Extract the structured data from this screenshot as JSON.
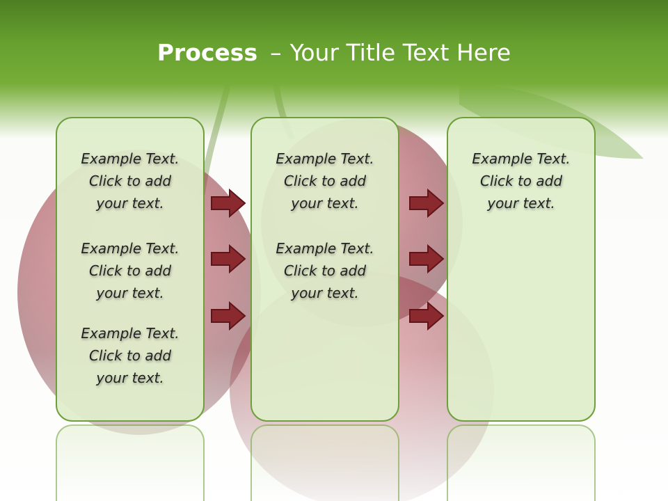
{
  "title": {
    "bold": "Process",
    "separator": "–",
    "rest": "Your Title Text Here"
  },
  "columns": [
    {
      "items": [
        {
          "line1": "Example Text.",
          "line2": "Click  to add",
          "line3": "your text."
        },
        {
          "line1": "Example Text.",
          "line2": "Click  to add",
          "line3": "your text."
        },
        {
          "line1": "Example Text.",
          "line2": "Click  to add",
          "line3": "your text."
        }
      ]
    },
    {
      "items": [
        {
          "line1": "Example Text.",
          "line2": "Click  to add",
          "line3": "your text."
        },
        {
          "line1": "Example Text.",
          "line2": "Click  to add",
          "line3": "your text."
        }
      ]
    },
    {
      "items": [
        {
          "line1": "Example Text.",
          "line2": "Click  to add",
          "line3": "your text."
        }
      ]
    }
  ],
  "colors": {
    "header": "#5e9a2c",
    "box_fill": "#dfeecb",
    "box_border": "#6f9f3b",
    "arrow": "#8b2a2e",
    "cherry": "#7a1420"
  },
  "icons": [
    "right-arrow-icon"
  ]
}
